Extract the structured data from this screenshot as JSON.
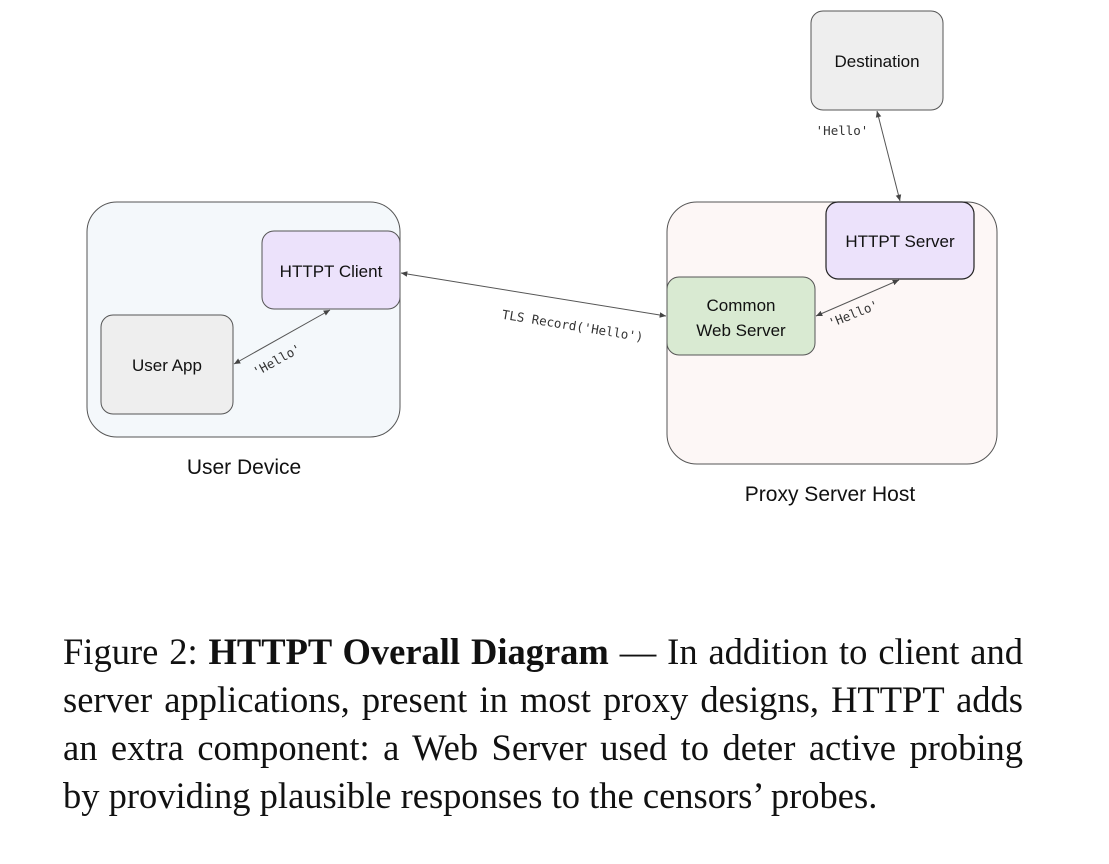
{
  "diagram": {
    "groups": {
      "user_device": "User Device",
      "proxy_host": "Proxy Server Host"
    },
    "nodes": {
      "destination": "Destination",
      "httpt_server": "HTTPT Server",
      "httpt_client": "HTTPT Client",
      "web_server_line1": "Common",
      "web_server_line2": "Web Server",
      "user_app": "User App"
    },
    "edges": {
      "destination_server": "'Hello'",
      "client_webserver": "TLS Record('Hello')",
      "webserver_server": "'Hello'",
      "app_client": "'Hello'"
    },
    "colors": {
      "user_device_fill": "#f4f8fb",
      "proxy_host_fill": "#fdf7f6",
      "gray_node": "#eeeeee",
      "purple_node": "#ece2fb",
      "green_node": "#d9ead2"
    }
  },
  "caption": {
    "prefix": "Figure 2: ",
    "title": "HTTPT Overall Diagram",
    "body": " — In addition to client and server applications, present in most proxy designs, HTTPT adds an extra component: a Web Server used to deter active probing by providing plausible responses to the censors’ probes."
  }
}
